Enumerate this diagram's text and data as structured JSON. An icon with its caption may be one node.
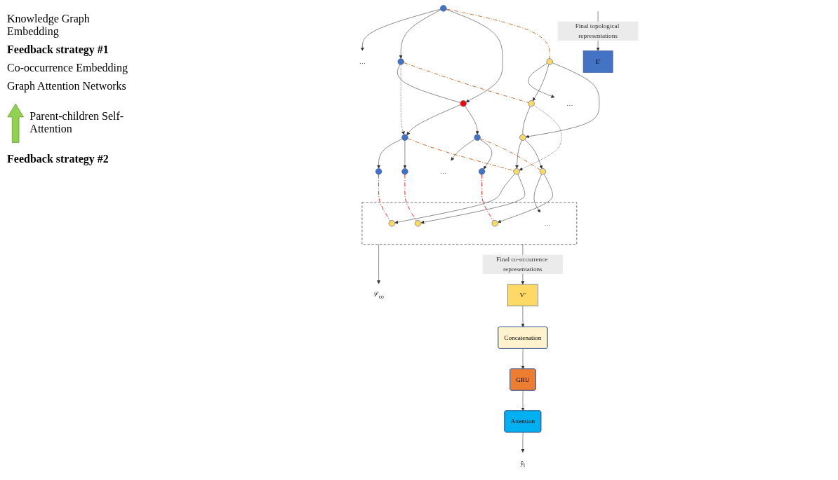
{
  "diagram": {
    "nodes": [
      {
        "text": [],
        "shape": "circle"
      },
      {
        "text": [
          "…"
        ]
      },
      {
        "text": [],
        "shape": "circle"
      },
      {
        "text": [],
        "shape": "circle"
      },
      {
        "text": [],
        "shape": "circle"
      },
      {
        "text": [],
        "shape": "circle"
      },
      {
        "text": [],
        "shape": "circle"
      },
      {
        "text": [],
        "shape": "circle"
      },
      {
        "text": [
          "…"
        ]
      },
      {
        "text": [],
        "shape": "circle"
      },
      {
        "text": [],
        "shape": "circle"
      },
      {
        "text": [
          "…"
        ]
      },
      {
        "text": [],
        "shape": "circle"
      },
      {
        "text": [],
        "shape": "circle"
      },
      {
        "text": [],
        "shape": "circle"
      },
      {
        "text": [],
        "shape": "circle"
      },
      {
        "text": [],
        "shape": "box"
      },
      {
        "text": [],
        "shape": "circle",
        "in": 16
      },
      {
        "text": [],
        "shape": "circle",
        "in": 16
      },
      {
        "text": [
          "…"
        ],
        "in": 16
      },
      {
        "text": [],
        "shape": "circle",
        "in": 16
      },
      {
        "text": [
          "ℒ$_{co}$"
        ]
      },
      {
        "text": [
          "V′"
        ]
      },
      {
        "text": [
          "E′"
        ]
      },
      {
        "text": [
          "Concatenation"
        ]
      },
      {
        "text": [
          "GRU"
        ]
      },
      {
        "text": [
          "Attention"
        ]
      },
      {
        "text": [
          "ŷ$_{t}$"
        ]
      }
    ],
    "edges": [
      {
        "from": 0,
        "to": 1,
        "arrow": "to"
      },
      {
        "from": 0,
        "to": 2,
        "arrow": "to"
      },
      {
        "from": 0,
        "to": 3,
        "arrow": "to"
      },
      {
        "from": 2,
        "to": 3,
        "arrow": "none"
      },
      {
        "from": 2,
        "to": 4,
        "arrow": "to",
        "style": "dashed"
      },
      {
        "from": 3,
        "to": 4,
        "arrow": "to"
      },
      {
        "from": 3,
        "to": 5,
        "arrow": "to"
      },
      {
        "from": 4,
        "to": 6,
        "arrow": "to"
      },
      {
        "from": 4,
        "to": 7,
        "arrow": "to"
      },
      {
        "from": 5,
        "to": 8,
        "arrow": "to"
      },
      {
        "from": 5,
        "to": 9,
        "arrow": "to"
      },
      {
        "from": 10,
        "to": 11,
        "arrow": "to"
      },
      {
        "from": 10,
        "to": 12,
        "arrow": "to"
      },
      {
        "from": 10,
        "to": 13,
        "arrow": "to"
      },
      {
        "from": 12,
        "to": 13,
        "arrow": "none"
      },
      {
        "from": 12,
        "to": 14,
        "arrow": "to",
        "style": "dashed"
      },
      {
        "from": 13,
        "to": 14,
        "arrow": "to"
      },
      {
        "from": 13,
        "to": 15,
        "arrow": "to"
      },
      {
        "from": 14,
        "to": 17,
        "arrow": "to"
      },
      {
        "from": 14,
        "to": 18,
        "arrow": "to"
      },
      {
        "from": 15,
        "to": 19,
        "arrow": "to"
      },
      {
        "from": 15,
        "to": 20,
        "arrow": "to"
      },
      {
        "from": 16,
        "to": 21,
        "arrow": "to"
      },
      {
        "from": 0,
        "to": 10,
        "arrow": "none",
        "style": "dashed",
        "color": "#c55a11"
      },
      {
        "from": 2,
        "to": 12,
        "arrow": "none",
        "style": "dashed",
        "color": "#c55a11"
      },
      {
        "from": 4,
        "to": 14,
        "arrow": "none",
        "style": "dashed",
        "color": "#c55a11"
      },
      {
        "from": 5,
        "to": 15,
        "arrow": "none",
        "style": "dashed",
        "color": "#c55a11"
      },
      {
        "from": 6,
        "to": 17,
        "arrow": "none",
        "style": "dashed",
        "color": "#ff0000"
      },
      {
        "from": 7,
        "to": 18,
        "arrow": "none",
        "style": "dashed",
        "color": "#ff0000"
      },
      {
        "from": 9,
        "to": 20,
        "arrow": "none",
        "style": "dashed",
        "color": "#ff0000"
      },
      {
        "from": 16,
        "to": 22,
        "arrow": "to",
        "label": "Final co-occurrence representations"
      },
      {
        "from": null,
        "to": 23,
        "arrow": "to",
        "label": "Final topological representations"
      },
      {
        "from": 22,
        "to": 24,
        "arrow": "to"
      },
      {
        "from": 24,
        "to": 25,
        "arrow": "to"
      },
      {
        "from": 25,
        "to": 26,
        "arrow": "to"
      },
      {
        "from": 26,
        "to": 27,
        "arrow": "to"
      }
    ],
    "labels": [
      "Knowledge Graph Embedding",
      "Feedback strategy #1",
      "Co-occurrence Embedding",
      "Graph Attention Networks",
      "Parent-children Self-Attention",
      "Feedback strategy #2"
    ]
  }
}
